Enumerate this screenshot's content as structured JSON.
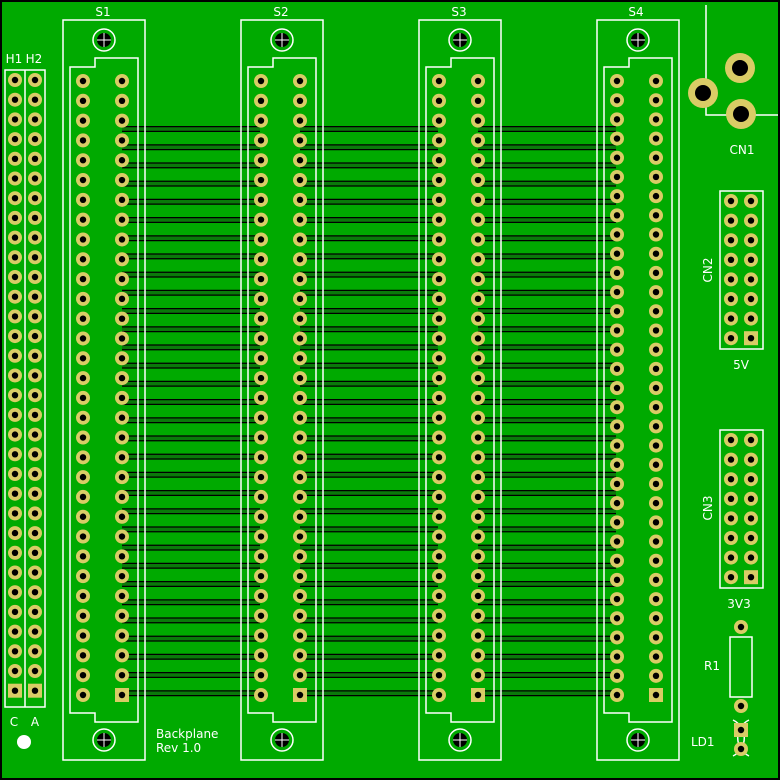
{
  "board": {
    "label_line1": "Backplane",
    "label_line2": "Rev 1.0",
    "colors": {
      "board": "#00aa00",
      "trace": "#0a7a0a",
      "trace_edge": "#000000",
      "silkscreen": "#ffffff",
      "pad": "#d9cc66",
      "drill": "#000000",
      "background": "#000000"
    }
  },
  "slots": [
    {
      "label": "S1",
      "pins_per_row": 32
    },
    {
      "label": "S2",
      "pins_per_row": 32
    },
    {
      "label": "S3",
      "pins_per_row": 32
    },
    {
      "label": "S4",
      "pins_per_row": 33
    }
  ],
  "headers": {
    "left": [
      {
        "label": "H1"
      },
      {
        "label": "H2"
      }
    ],
    "bottom_labels": {
      "left": "C",
      "right": "A"
    }
  },
  "connectors": {
    "cn1": {
      "label": "CN1"
    },
    "cn2": {
      "label": "CN2",
      "voltage": "5V"
    },
    "cn3": {
      "label": "CN3",
      "voltage": "3V3"
    }
  },
  "components": {
    "r1": {
      "label": "R1"
    },
    "ld1": {
      "label": "LD1"
    }
  }
}
